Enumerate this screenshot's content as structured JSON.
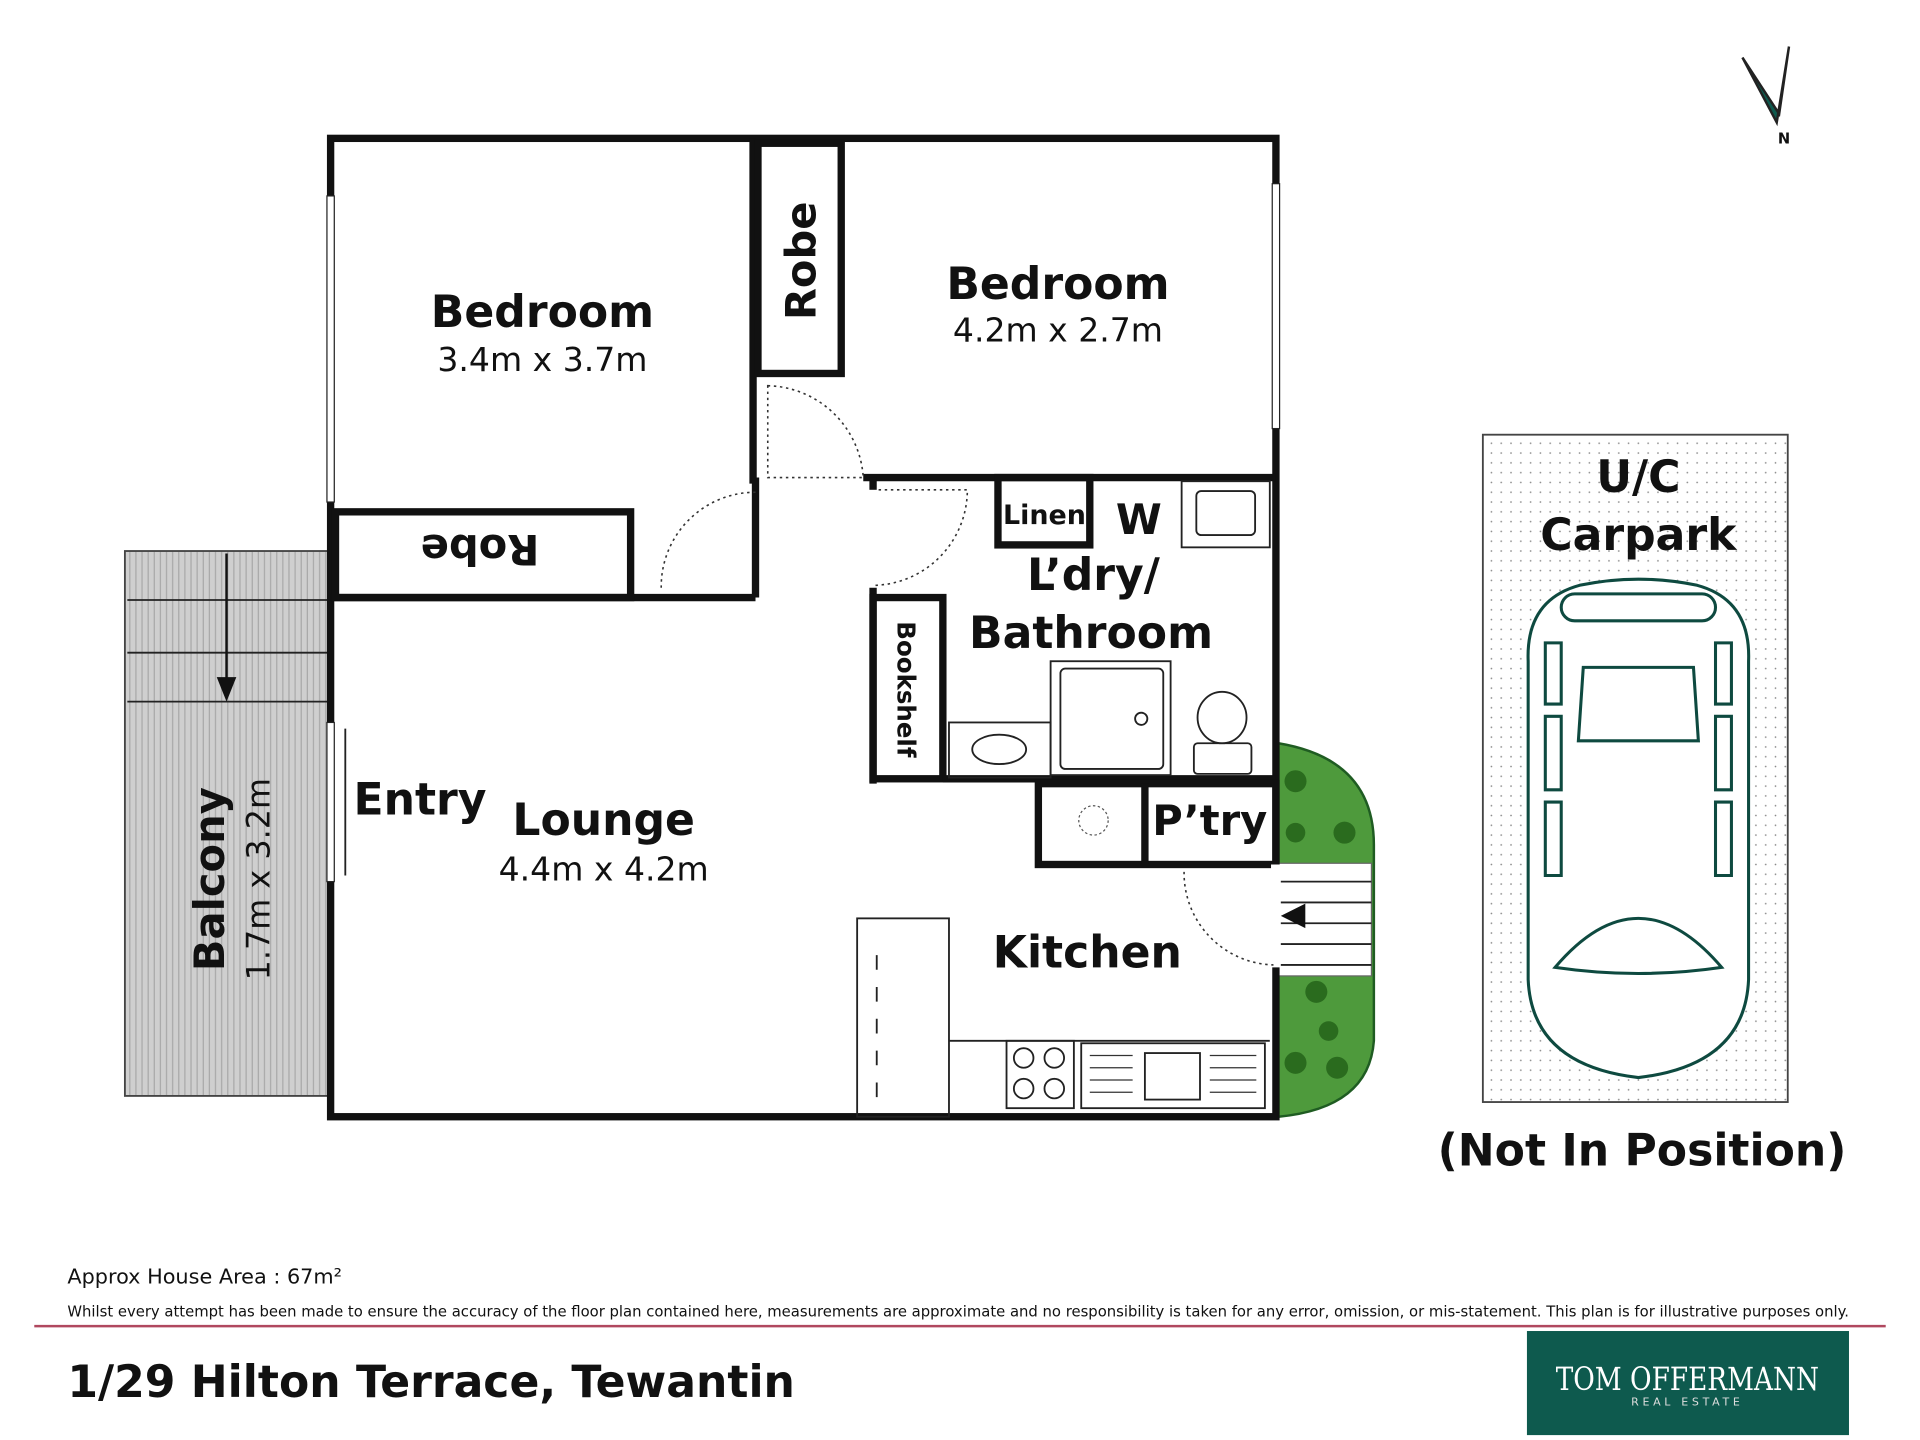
{
  "compass": {
    "label": "N",
    "color": "#0e5a4e"
  },
  "rooms": {
    "bedroom1": {
      "name": "Bedroom",
      "size": "3.4m x 3.7m"
    },
    "bedroom2": {
      "name": "Bedroom",
      "size": "4.2m x 2.7m"
    },
    "robe1": "Robe",
    "robe2": "Robe",
    "linen": "Linen",
    "wc": "W",
    "laundry_line1": "L’dry/",
    "laundry_line2": "Bathroom",
    "bookshelf": "Bookshelf",
    "entry": "Entry",
    "lounge": {
      "name": "Lounge",
      "size": "4.4m x 4.2m"
    },
    "pantry": "P’try",
    "kitchen": "Kitchen",
    "balcony": {
      "name": "Balcony",
      "size": "1.7m x 3.2m"
    }
  },
  "carpark": {
    "line1": "U/C",
    "line2": "Carpark",
    "note": "(Not In Position)"
  },
  "footer": {
    "area": "Approx House Area : 67m²",
    "disclaimer": "Whilst every attempt has been made to ensure the accuracy of the floor plan contained here, measurements are approximate and no responsibility is taken for any error, omission, or mis-statement. This plan is for illustrative purposes only.",
    "address": "1/29 Hilton Terrace, Tewantin",
    "logo_name": "TOM OFFERMANN",
    "logo_sub": "REAL ESTATE",
    "rule_color": "#b0485f",
    "brand_color": "#0e5a4e"
  }
}
